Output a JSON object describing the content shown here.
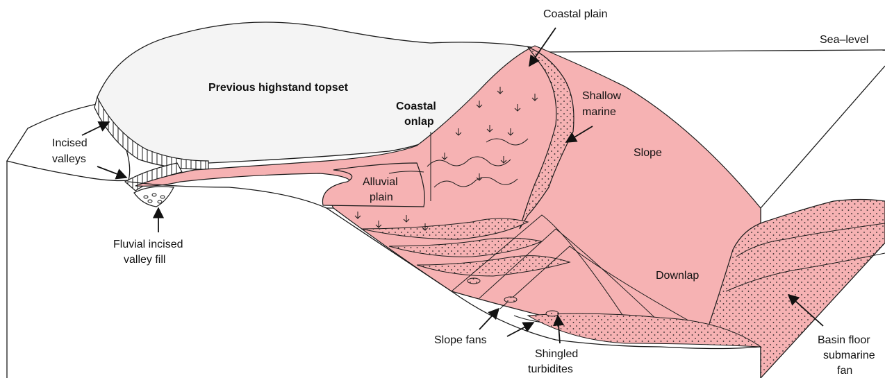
{
  "labels": {
    "coastal_plain": "Coastal plain",
    "sea_level": "Sea–level",
    "previous_highstand_topset": "Previous highstand topset",
    "coastal_onlap_1": "Coastal",
    "coastal_onlap_2": "onlap",
    "shallow_marine_1": "Shallow",
    "shallow_marine_2": "marine",
    "slope": "Slope",
    "incised_valleys_1": "Incised",
    "incised_valleys_2": "valleys",
    "alluvial_plain_1": "Alluvial",
    "alluvial_plain_2": "plain",
    "fluvial_fill_1": "Fluvial incised",
    "fluvial_fill_2": "valley fill",
    "downlap": "Downlap",
    "slope_fans": "Slope fans",
    "shingled_turbidites_1": "Shingled",
    "shingled_turbidites_2": "turbidites",
    "basin_floor_fan_1": "Basin floor",
    "basin_floor_fan_2": "submarine",
    "basin_floor_fan_3": "fan"
  },
  "colors": {
    "lowstand_pink": "#f6b2b3",
    "highstand_grey": "#f4f4f4",
    "outline": "#1a1a1a"
  }
}
